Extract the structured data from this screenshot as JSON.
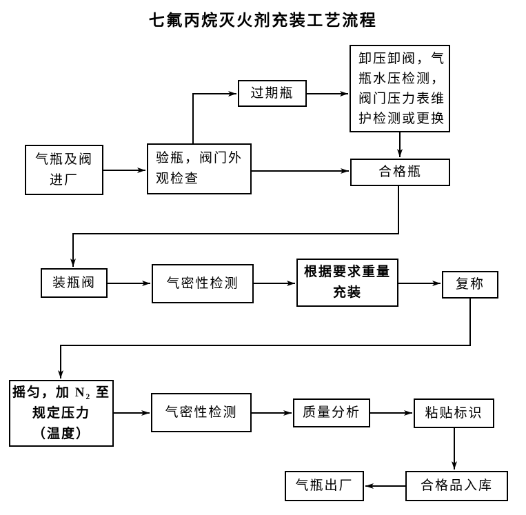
{
  "title": "七氟丙烷灭火剂充装工艺流程",
  "colors": {
    "ink": "#000000",
    "paper": "#ffffff"
  },
  "nodes": {
    "intake": "气瓶及阀\n进厂",
    "inspect": "验瓶，阀门外\n观检查",
    "expired": "过期瓶",
    "maintenance": "卸压卸阀，气\n瓶水压检测，\n阀门压力表维\n护检测或更换",
    "qualified": "合格瓶",
    "install_valve": "装瓶阀",
    "leak_test_1": "气密性检测",
    "fill": "根据要求重量\n充装",
    "reweigh": "复称",
    "shake": "摇匀，加 N₂ 至\n规定压力\n（温度）",
    "leak_test_2": "气密性检测",
    "quality": "质量分析",
    "labeling": "粘贴标识",
    "warehouse": "合格品入库",
    "shipment": "气瓶出厂"
  }
}
